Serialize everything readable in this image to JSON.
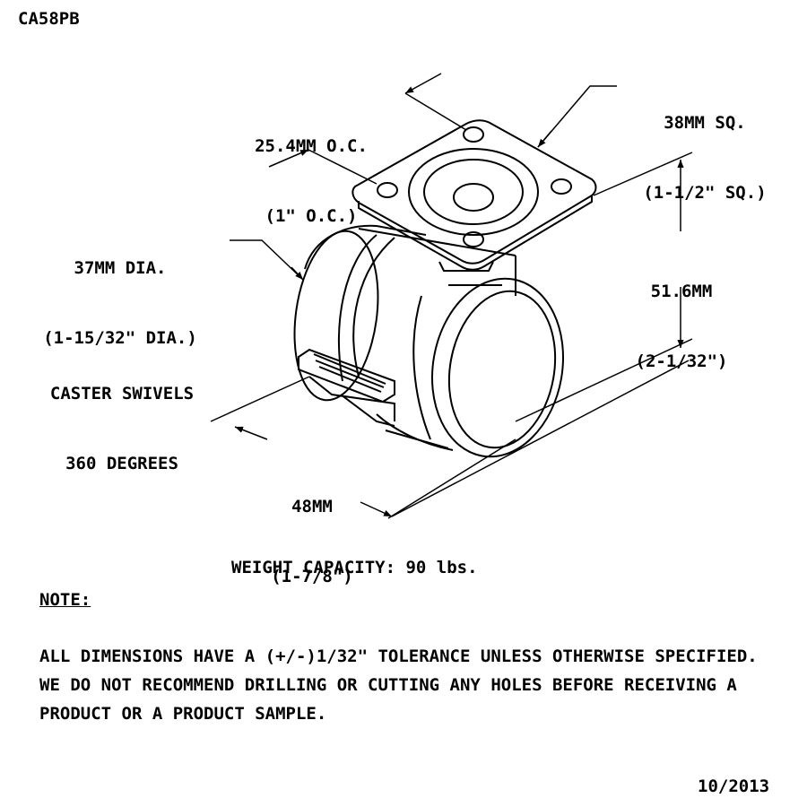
{
  "model_number": "CA58PB",
  "dimensions": {
    "plate_oc": [
      "25.4MM O.C.",
      "(1\" O.C.)"
    ],
    "plate_size": [
      "38MM SQ.",
      "(1-1/2\" SQ.)"
    ],
    "wheel_dia": [
      "37MM DIA.",
      "(1-15/32\" DIA.)"
    ],
    "height": [
      "51.6MM",
      "(2-1/32\")"
    ],
    "width": [
      "48MM",
      "(1-7/8\")"
    ]
  },
  "swivel_note": [
    "CASTER SWIVELS",
    "360 DEGREES"
  ],
  "weight_capacity": "WEIGHT CAPACITY: 90 lbs.",
  "note": {
    "title": "NOTE:",
    "body": "ALL DIMENSIONS HAVE A (+/-)1/32\" TOLERANCE UNLESS OTHERWISE SPECIFIED. WE DO NOT RECOMMEND DRILLING OR CUTTING ANY HOLES BEFORE RECEIVING A PRODUCT OR A PRODUCT SAMPLE."
  },
  "date": "10/2013"
}
